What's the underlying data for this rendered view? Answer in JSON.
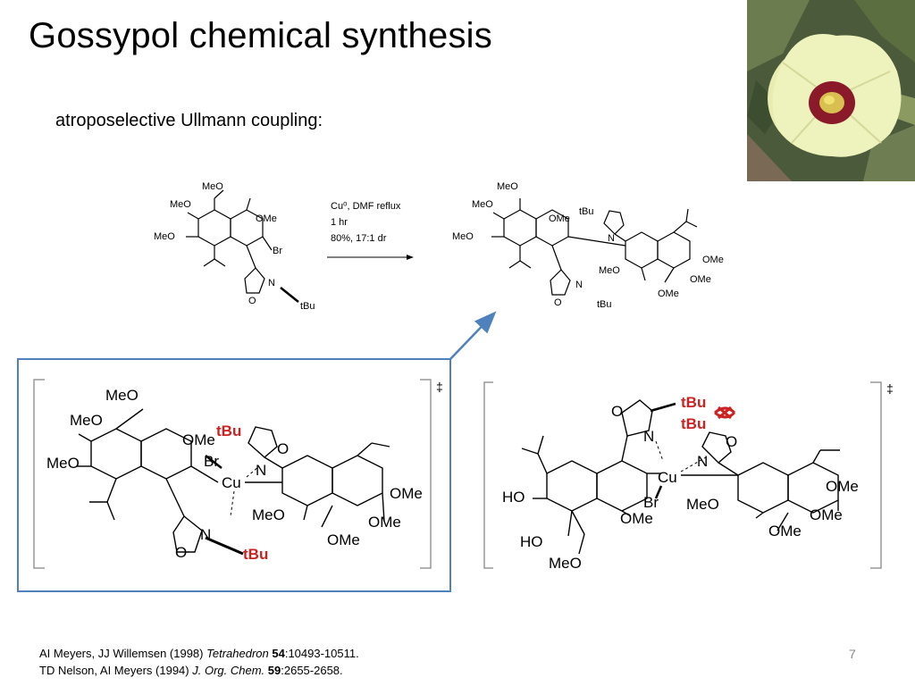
{
  "slide": {
    "title": "Gossypol chemical synthesis",
    "subtitle": "atroposelective Ullmann coupling:",
    "page_number": "7"
  },
  "reaction": {
    "conditions": [
      "Cu⁰, DMF reflux",
      "1 hr",
      "80%, 17:1 dr"
    ]
  },
  "labels": {
    "MeO": "MeO",
    "OMe": "OMe",
    "Br": "Br",
    "N": "N",
    "O": "O",
    "tBu": "tBu",
    "Cu": "Cu",
    "HO": "HO",
    "dagger": "‡"
  },
  "references": [
    {
      "authors": "AI Meyers, JJ Willemsen (1998) ",
      "journal": "Tetrahedron",
      "volume": "54",
      "pages": ":10493-10511."
    },
    {
      "authors": "TD Nelson, AI Meyers (1994) ",
      "journal": "J. Org. Chem.",
      "volume": "59",
      "pages": ":2655-2658."
    }
  ],
  "colors": {
    "highlight_box": "#4f81bd",
    "arrow": "#4f81bd",
    "tBu_highlight": "#cc2222",
    "bracket": "#999999"
  },
  "photo": {
    "icon": "cotton-flower-photo"
  }
}
